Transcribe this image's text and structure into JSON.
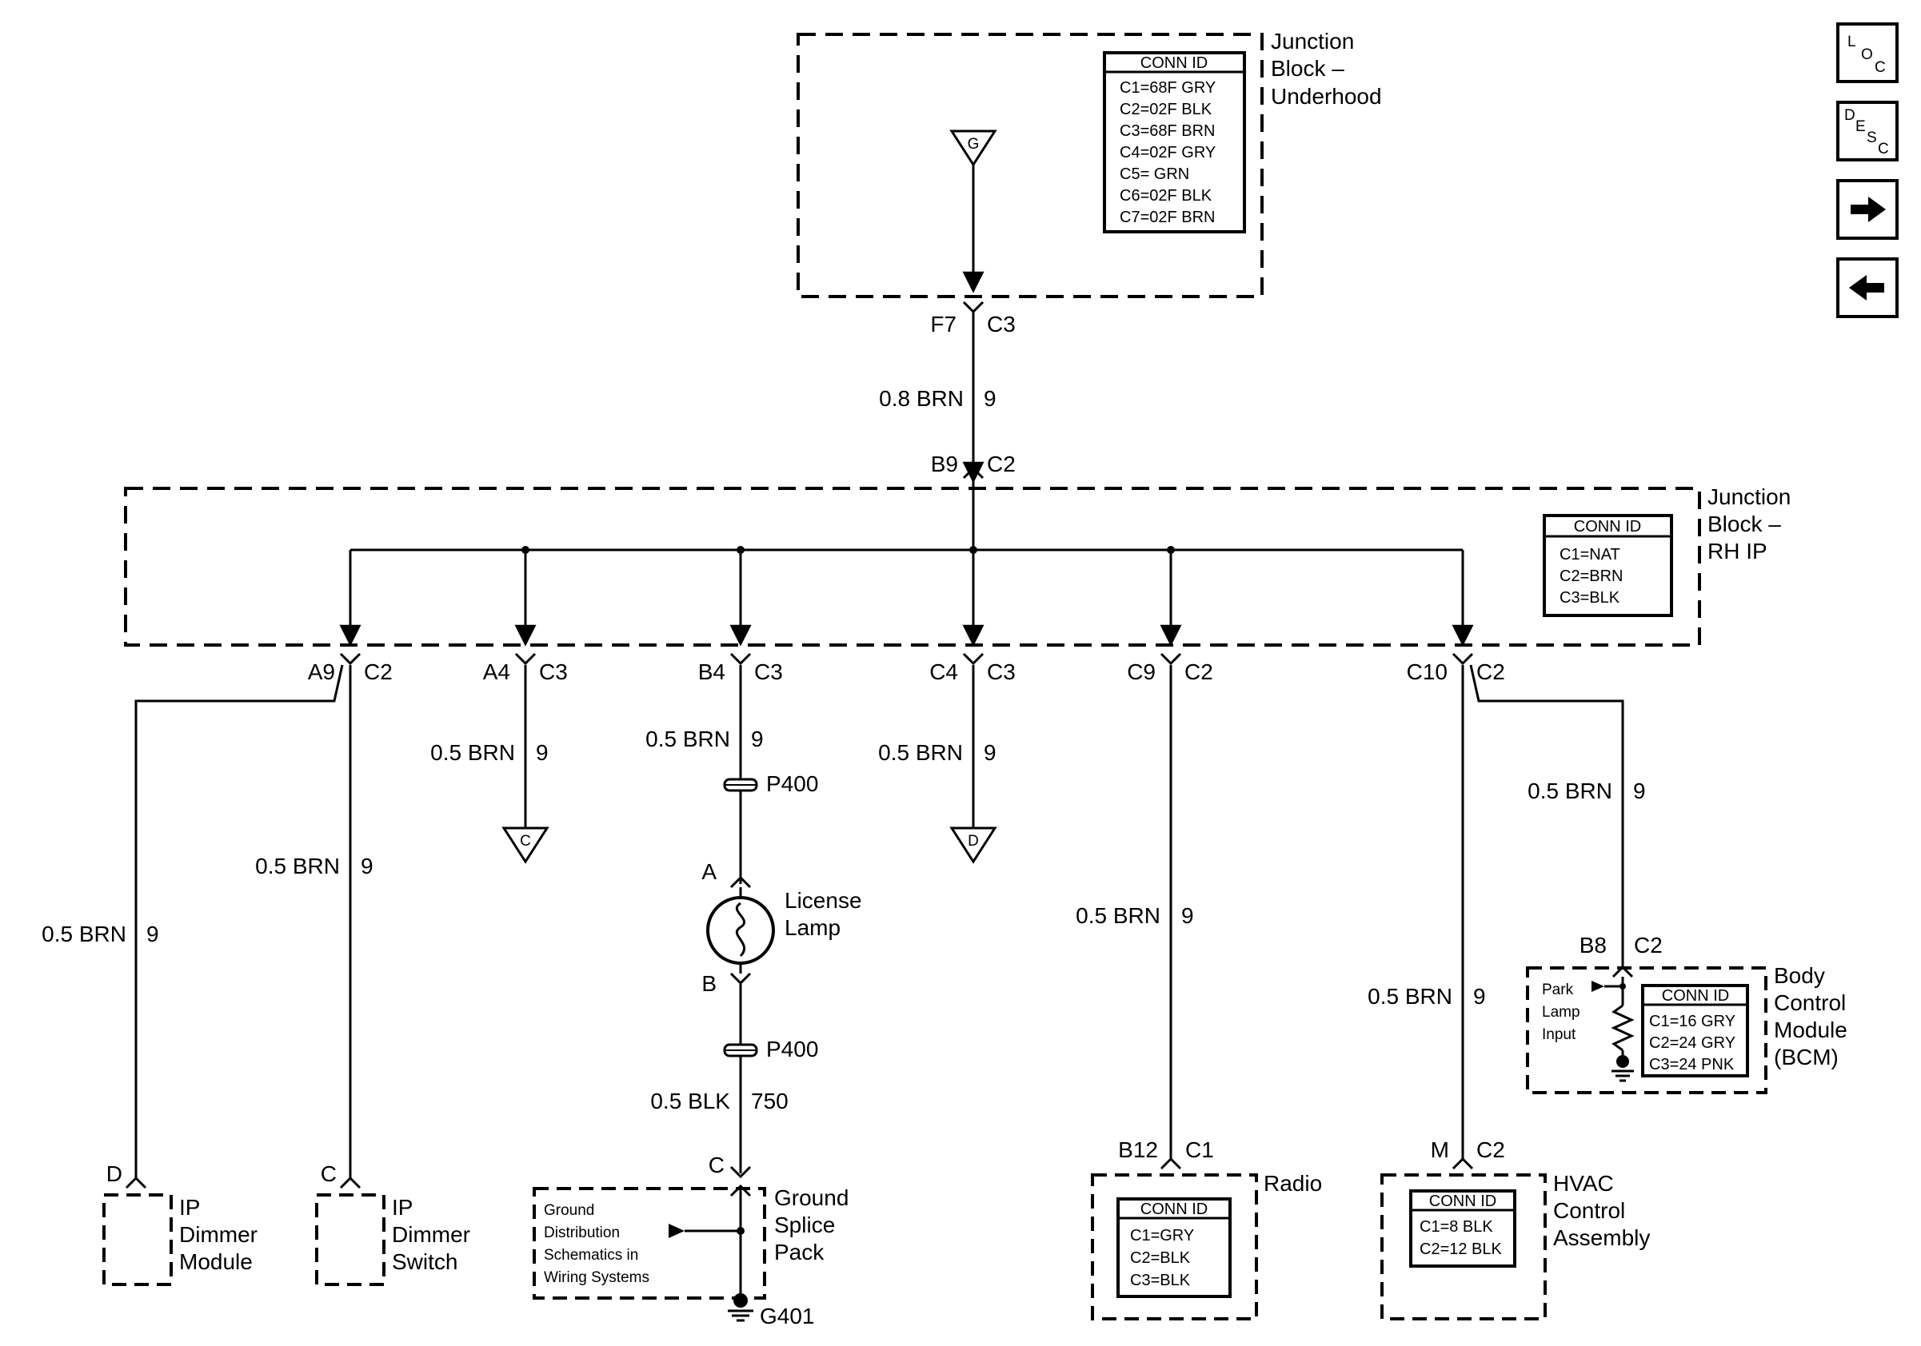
{
  "modules": {
    "jb_underhood": {
      "name_lines": [
        "Junction",
        "Block –",
        "Underhood"
      ],
      "conn_title": "CONN ID",
      "conn_rows": [
        "C1=68F GRY",
        "C2=02F BLK",
        "C3=68F BRN",
        "C4=02F GRY",
        "C5=  GRN",
        "C6=02F BLK",
        "C7=02F BRN"
      ]
    },
    "jb_rhip": {
      "name_lines": [
        "Junction",
        "Block –",
        "RH IP"
      ],
      "conn_title": "CONN ID",
      "conn_rows": [
        "C1=NAT",
        "C2=BRN",
        "C3=BLK"
      ]
    },
    "ip_dimmer_module": {
      "name_lines": [
        "IP",
        "Dimmer",
        "Module"
      ]
    },
    "ip_dimmer_switch": {
      "name_lines": [
        "IP",
        "Dimmer",
        "Switch"
      ]
    },
    "license_lamp": {
      "name_lines": [
        "License",
        "Lamp"
      ]
    },
    "ground_splice": {
      "name_lines": [
        "Ground",
        "Splice",
        "Pack"
      ],
      "note_lines": [
        "Ground",
        "Distribution",
        "Schematics in",
        "Wiring Systems"
      ],
      "ground_label": "G401"
    },
    "radio": {
      "name_lines": [
        "Radio"
      ],
      "conn_title": "CONN ID",
      "conn_rows": [
        "C1=GRY",
        "C2=BLK",
        "C3=BLK"
      ]
    },
    "hvac": {
      "name_lines": [
        "HVAC",
        "Control",
        "Assembly"
      ],
      "conn_title": "CONN ID",
      "conn_rows": [
        "C1=8 BLK",
        "C2=12 BLK"
      ]
    },
    "bcm": {
      "name_lines": [
        "Body",
        "Control",
        "Module",
        "(BCM)"
      ],
      "input_lines": [
        "Park",
        "Lamp",
        "Input"
      ],
      "conn_title": "CONN ID",
      "conn_rows": [
        "C1=16 GRY",
        "C2=24 GRY",
        "C3=24 PNK"
      ]
    }
  },
  "symbols": {
    "g": "G",
    "c": "C",
    "d": "D"
  },
  "pins": {
    "f7": "F7",
    "f7_conn": "C3",
    "b9": "B9",
    "b9_conn": "C2",
    "a9": "A9",
    "a9_conn": "C2",
    "a4": "A4",
    "a4_conn": "C3",
    "b4": "B4",
    "b4_conn": "C3",
    "c4": "C4",
    "c4_conn": "C3",
    "c9": "C9",
    "c9_conn": "C2",
    "c10": "C10",
    "c10_conn": "C2",
    "dimmer_module_pin": "D",
    "dimmer_switch_pin": "C",
    "lamp_a": "A",
    "lamp_b": "B",
    "splice_c": "C",
    "radio_b12": "B12",
    "radio_conn": "C1",
    "hvac_m": "M",
    "hvac_conn": "C2",
    "bcm_b8": "B8",
    "bcm_conn": "C2",
    "p400_top": "P400",
    "p400_bottom": "P400"
  },
  "wires": {
    "main_size_color": "0.8 BRN",
    "main_circuit": "9",
    "dim_module_size_color": "0.5 BRN",
    "dim_module_circuit": "9",
    "dim_switch_size_color": "0.5 BRN",
    "dim_switch_circuit": "9",
    "a4_size_color": "0.5 BRN",
    "a4_circuit": "9",
    "b4_size_color": "0.5 BRN",
    "b4_circuit": "9",
    "c4_size_color": "0.5 BRN",
    "c4_circuit": "9",
    "radio_size_color": "0.5 BRN",
    "radio_circuit": "9",
    "hvac_size_color": "0.5 BRN",
    "hvac_circuit": "9",
    "bcm_size_color": "0.5 BRN",
    "bcm_circuit": "9",
    "ground_size_color": "0.5 BLK",
    "ground_circuit": "750"
  },
  "nav": {
    "loc": [
      "L",
      "O",
      "C"
    ],
    "desc": [
      "D",
      "E",
      "S",
      "C"
    ],
    "forward": "forward-arrow-icon",
    "back": "back-arrow-icon"
  }
}
